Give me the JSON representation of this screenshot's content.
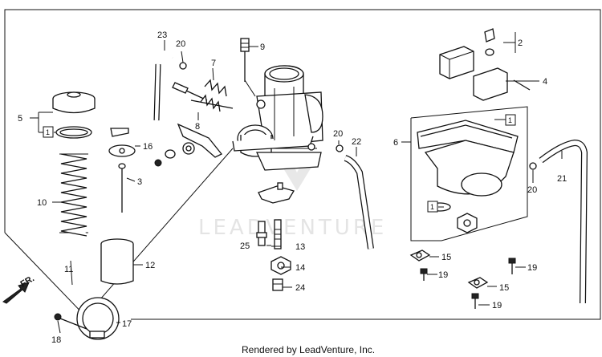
{
  "callouts": {
    "c2": "2",
    "c4": "4",
    "c5": "5",
    "c6": "6",
    "c7": "7",
    "c8": "8",
    "c9": "9",
    "c10": "10",
    "c11": "11",
    "c12": "12",
    "c13": "13",
    "c14": "14",
    "c15a": "15",
    "c15b": "15",
    "c16": "16",
    "c17": "17",
    "c18": "18",
    "c19a": "19",
    "c19b": "19",
    "c19c": "19",
    "c20a": "20",
    "c20b": "20",
    "c20c": "20",
    "c21": "21",
    "c22": "22",
    "c23": "23",
    "c24": "24",
    "c25": "25",
    "c3": "3"
  },
  "boxed": {
    "b1": "1",
    "b2": "1",
    "b3": "1"
  },
  "direction_label": "FR.",
  "watermark": "LEADVENTURE",
  "credit": "Rendered by LeadVenture, Inc.",
  "icons": [
    "front-direction-arrow",
    "leadventure-logo-watermark"
  ]
}
